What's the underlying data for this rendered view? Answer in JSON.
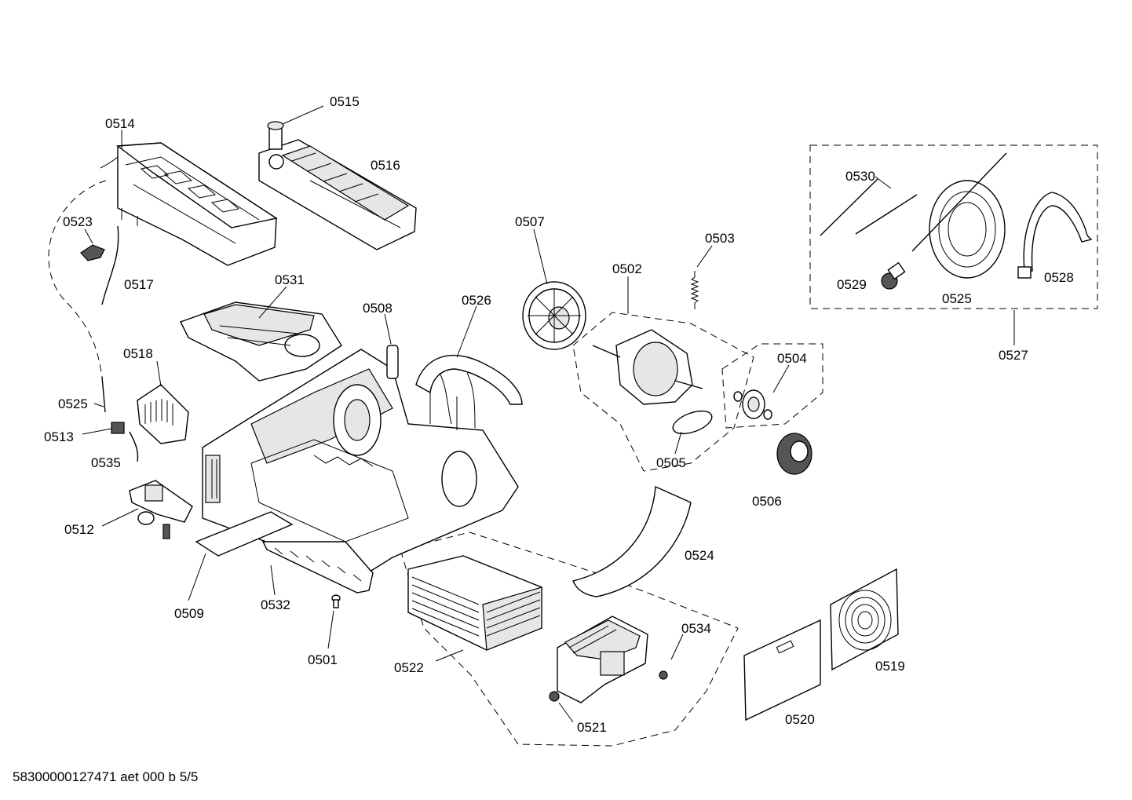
{
  "labels": {
    "p0501": "0501",
    "p0502": "0502",
    "p0503": "0503",
    "p0504": "0504",
    "p0505": "0505",
    "p0506": "0506",
    "p0507": "0507",
    "p0508": "0508",
    "p0509": "0509",
    "p0512": "0512",
    "p0513": "0513",
    "p0514": "0514",
    "p0515": "0515",
    "p0516": "0516",
    "p0517": "0517",
    "p0518": "0518",
    "p0519": "0519",
    "p0520": "0520",
    "p0521": "0521",
    "p0522": "0522",
    "p0523": "0523",
    "p0524": "0524",
    "p0525a": "0525",
    "p0525b": "0525",
    "p0526": "0526",
    "p0527": "0527",
    "p0528": "0528",
    "p0529": "0529",
    "p0530": "0530",
    "p0531": "0531",
    "p0532": "0532",
    "p0534": "0534",
    "p0535": "0535"
  },
  "footer": {
    "code": "58300000127471 aet 000 b 5/5"
  }
}
